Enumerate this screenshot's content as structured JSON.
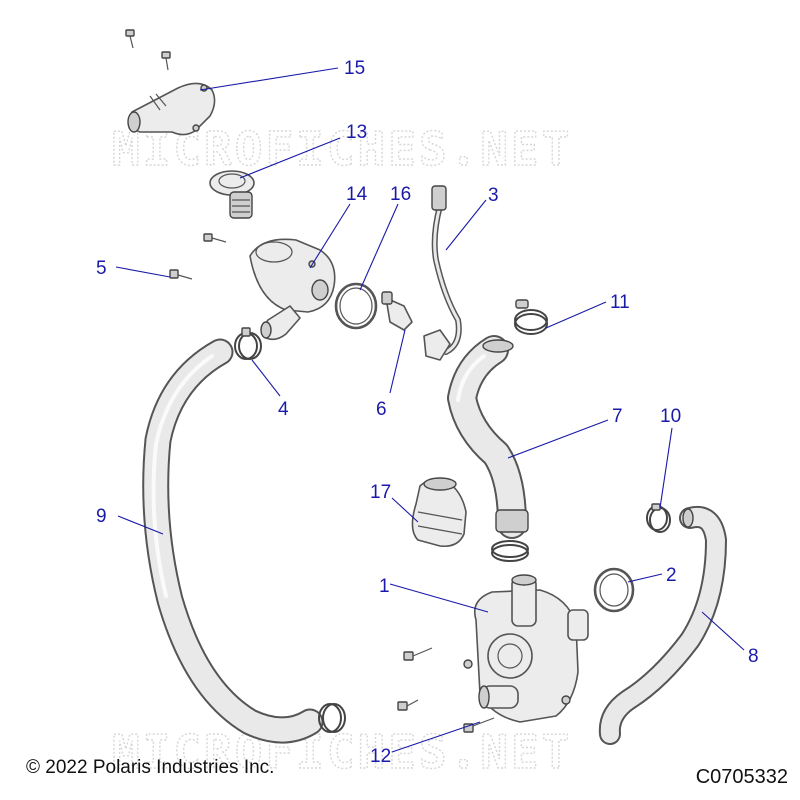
{
  "watermark": "MICROFICHES.NET",
  "callouts": [
    "1",
    "2",
    "3",
    "4",
    "5",
    "6",
    "7",
    "8",
    "9",
    "10",
    "11",
    "12",
    "13",
    "14",
    "15",
    "16",
    "17"
  ],
  "copyright": "© 2022 Polaris Industries Inc.",
  "drawing_code": "C0705332"
}
